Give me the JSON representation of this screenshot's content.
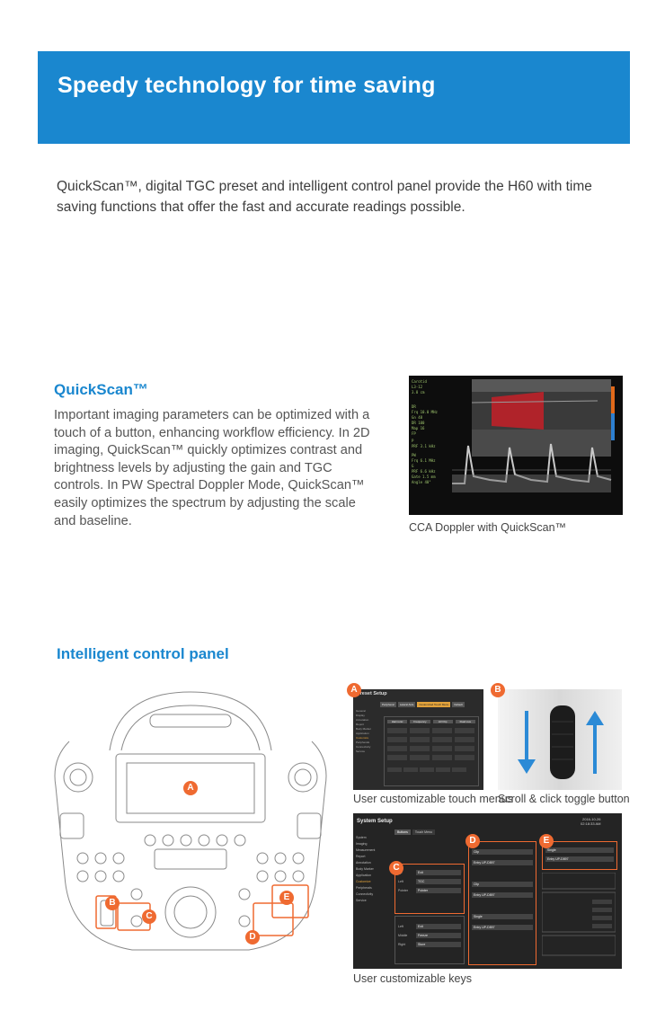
{
  "banner": {
    "title": "Speedy technology for time saving",
    "color": "#1a87cf"
  },
  "intro": {
    "text": "QuickScan™, digital TGC preset and intelligent control panel provide the H60 with time saving functions that offer the fast and accurate readings possible."
  },
  "quickscan": {
    "heading": "QuickScan™",
    "body": "Important imaging parameters can be optimized with a touch of a button, enhancing workflow efficiency. In 2D imaging, QuickScan™ quickly optimizes contrast and brightness levels by adjusting the gain and TGC controls. In PW Spectral Doppler Mode, QuickScan™ easily optimizes the spectrum by adjusting the scale and baseline.",
    "image_caption": "CCA Doppler with QuickScan™"
  },
  "control_panel": {
    "heading": "Intelligent control panel",
    "labels": [
      "A",
      "B",
      "C",
      "D",
      "E"
    ],
    "caption_touch": "User customizable touch menus",
    "caption_toggle": "Scroll & click toggle button",
    "caption_keys": "User customizable keys",
    "accent": "#ef6a31",
    "touch_screen": {
      "title": "Preset Setup",
      "tabs": [
        "Peripheral",
        "Lateral Aids",
        "Customized Touch Menu",
        "Default"
      ],
      "sidebar": [
        "General",
        "Display",
        "Annotation",
        "Report",
        "Body Marker",
        "Application",
        "Customize",
        "Peripherals",
        "Connectivity",
        "Service"
      ],
      "grid_header": [
        "Harmonic",
        "Frequency",
        "LR Flip",
        "Dual Live"
      ]
    },
    "system_setup": {
      "title": "System Setup",
      "tabs": [
        "Buttons",
        "Touch Menu"
      ],
      "sidebar": [
        "System",
        "Imaging",
        "Measurement",
        "Report",
        "Annotation",
        "Body Marker",
        "Application",
        "Customize",
        "Peripherals",
        "Connectivity",
        "Service"
      ],
      "date": "2016-10-26",
      "time": "02:18:33 AM",
      "col_c": {
        "rows": [
          {
            "label": "Up",
            "value": "Exit"
          },
          {
            "label": "Left",
            "value": "TGC"
          },
          {
            "label": "Pointer",
            "value": "Pointer"
          }
        ]
      },
      "col_c2": {
        "rows": [
          {
            "label": "Left",
            "value": "Exit"
          },
          {
            "label": "Middle",
            "value": "Freeze"
          },
          {
            "label": "Right",
            "value": "Store"
          }
        ]
      },
      "col_d": {
        "values": [
          "Clip",
          "Entry UP-D897",
          "Clip",
          "Entry UP-D897",
          "Single",
          "Entry UP-D897"
        ]
      },
      "col_e": {
        "values": [
          "Single",
          "Entry UP-D897"
        ]
      }
    }
  }
}
